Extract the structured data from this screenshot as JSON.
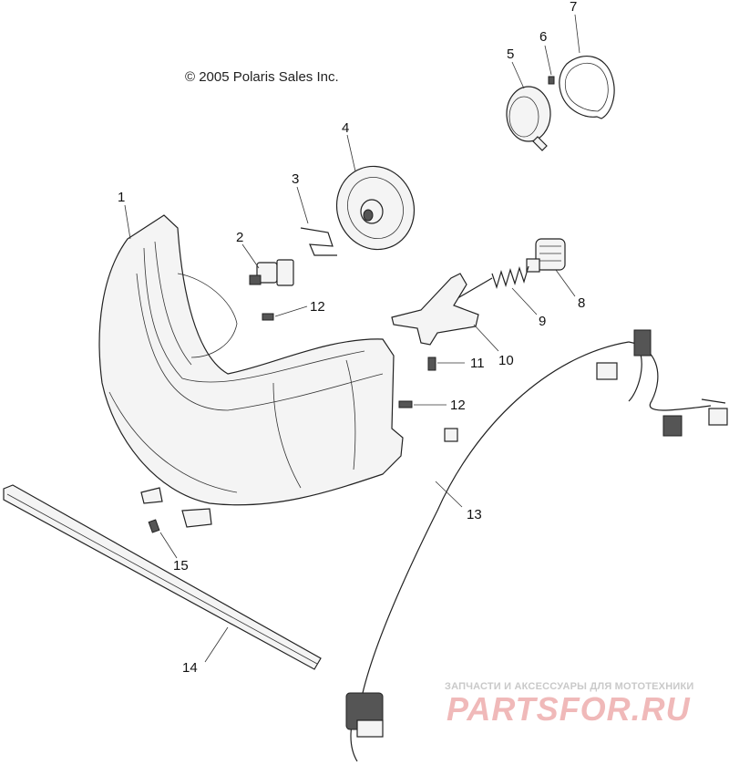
{
  "copyright": "© 2005 Polaris Sales Inc.",
  "callouts": [
    {
      "label": "1"
    },
    {
      "label": "2"
    },
    {
      "label": "3"
    },
    {
      "label": "4"
    },
    {
      "label": "5"
    },
    {
      "label": "6"
    },
    {
      "label": "7"
    },
    {
      "label": "8"
    },
    {
      "label": "9"
    },
    {
      "label": "10"
    },
    {
      "label": "11"
    },
    {
      "label": "12"
    },
    {
      "label": "12"
    },
    {
      "label": "13"
    },
    {
      "label": "14"
    },
    {
      "label": "15"
    }
  ],
  "watermark": {
    "tagline": "ЗАПЧАСТИ И АКСЕССУАРЫ ДЛЯ МОТОТЕХНИКИ",
    "logo": "PARTSFOR.RU",
    "color": "#e88a8a"
  }
}
